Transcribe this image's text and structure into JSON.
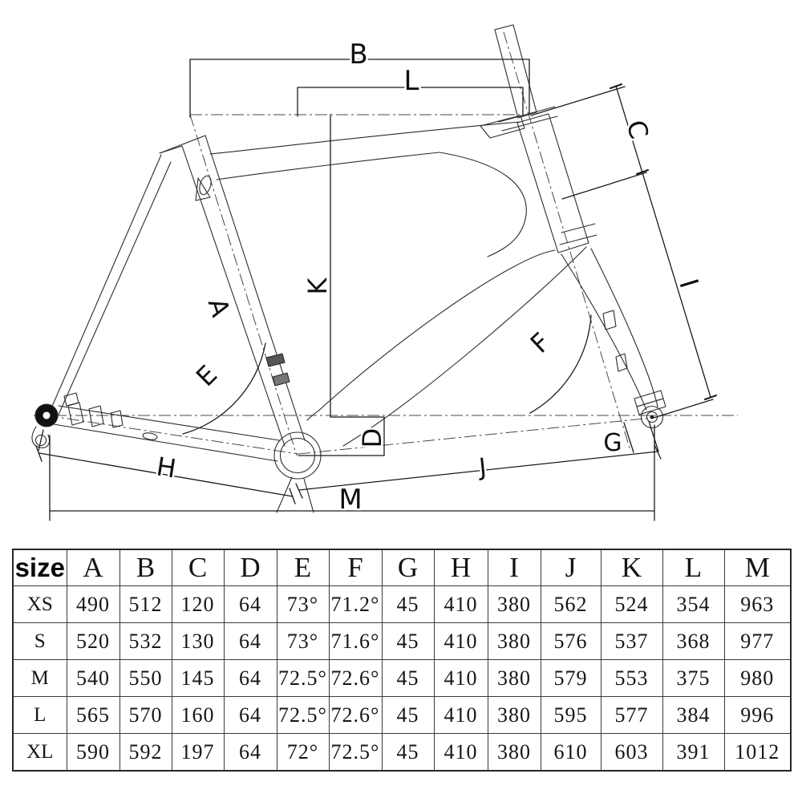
{
  "diagram": {
    "labels": {
      "A": "A",
      "B": "B",
      "C": "C",
      "D": "D",
      "E": "E",
      "F": "F",
      "G": "G",
      "H": "H",
      "I": "I",
      "J": "J",
      "K": "K",
      "L": "L",
      "M": "M"
    }
  },
  "table": {
    "size_header": "size",
    "columns": [
      "A",
      "B",
      "C",
      "D",
      "E",
      "F",
      "G",
      "H",
      "I",
      "J",
      "K",
      "L",
      "M"
    ],
    "rows": [
      {
        "size": "XS",
        "values": [
          "490",
          "512",
          "120",
          "64",
          "73°",
          "71.2°",
          "45",
          "410",
          "380",
          "562",
          "524",
          "354",
          "963"
        ]
      },
      {
        "size": "S",
        "values": [
          "520",
          "532",
          "130",
          "64",
          "73°",
          "71.6°",
          "45",
          "410",
          "380",
          "576",
          "537",
          "368",
          "977"
        ]
      },
      {
        "size": "M",
        "values": [
          "540",
          "550",
          "145",
          "64",
          "72.5°",
          "72.6°",
          "45",
          "410",
          "380",
          "579",
          "553",
          "375",
          "980"
        ]
      },
      {
        "size": "L",
        "values": [
          "565",
          "570",
          "160",
          "64",
          "72.5°",
          "72.6°",
          "45",
          "410",
          "380",
          "595",
          "577",
          "384",
          "996"
        ]
      },
      {
        "size": "XL",
        "values": [
          "590",
          "592",
          "197",
          "64",
          "72°",
          "72.5°",
          "45",
          "410",
          "380",
          "610",
          "603",
          "391",
          "1012"
        ]
      }
    ]
  }
}
